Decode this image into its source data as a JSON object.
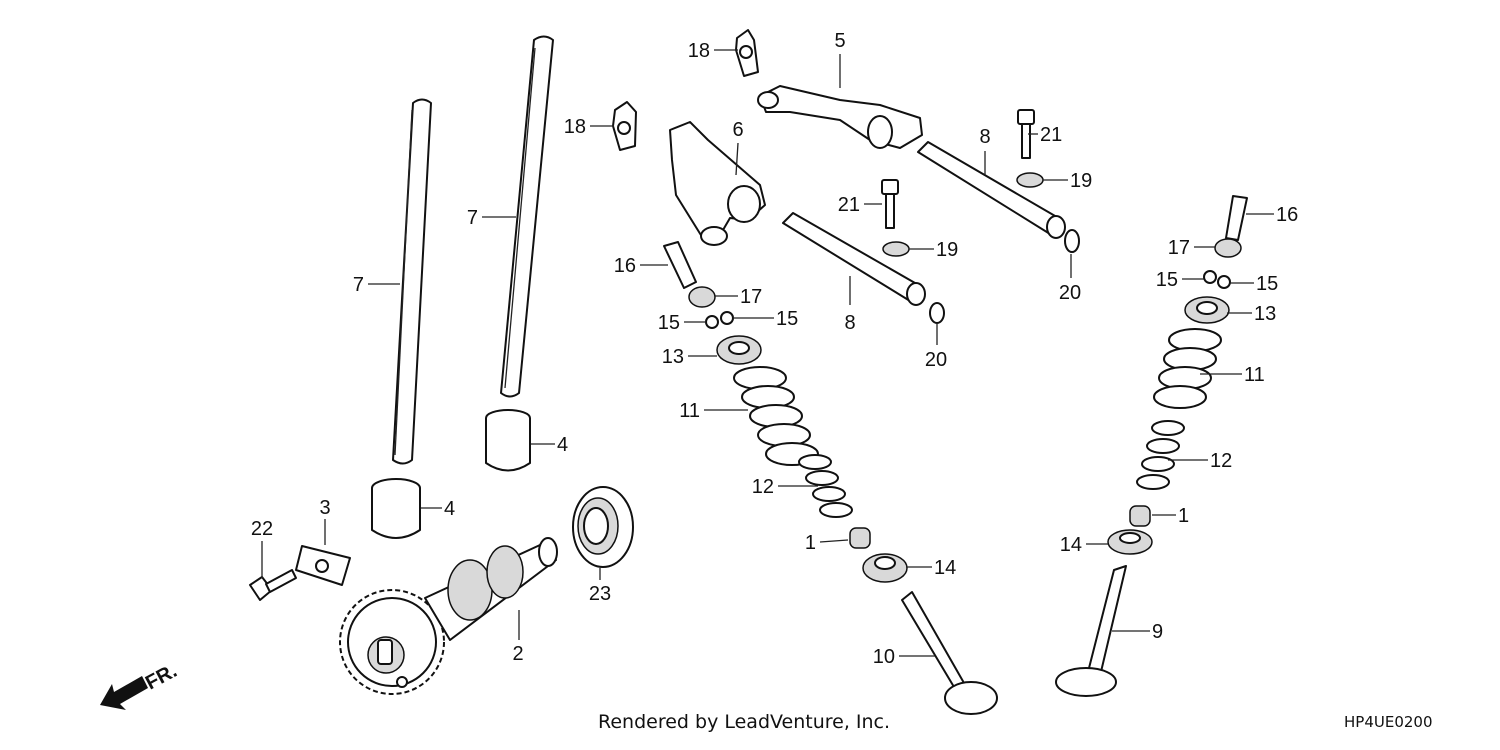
{
  "diagram": {
    "callouts": [
      {
        "label": "1"
      },
      {
        "label": "1"
      },
      {
        "label": "2"
      },
      {
        "label": "3"
      },
      {
        "label": "4"
      },
      {
        "label": "4"
      },
      {
        "label": "5"
      },
      {
        "label": "6"
      },
      {
        "label": "7"
      },
      {
        "label": "7"
      },
      {
        "label": "8"
      },
      {
        "label": "8"
      },
      {
        "label": "9"
      },
      {
        "label": "10"
      },
      {
        "label": "11"
      },
      {
        "label": "11"
      },
      {
        "label": "12"
      },
      {
        "label": "12"
      },
      {
        "label": "13"
      },
      {
        "label": "13"
      },
      {
        "label": "14"
      },
      {
        "label": "14"
      },
      {
        "label": "15"
      },
      {
        "label": "15"
      },
      {
        "label": "15"
      },
      {
        "label": "15"
      },
      {
        "label": "16"
      },
      {
        "label": "16"
      },
      {
        "label": "17"
      },
      {
        "label": "17"
      },
      {
        "label": "18"
      },
      {
        "label": "18"
      },
      {
        "label": "19"
      },
      {
        "label": "19"
      },
      {
        "label": "20"
      },
      {
        "label": "20"
      },
      {
        "label": "21"
      },
      {
        "label": "21"
      },
      {
        "label": "22"
      },
      {
        "label": "23"
      }
    ],
    "direction_label": "FR."
  },
  "footer": {
    "credit": "Rendered by LeadVenture, Inc.",
    "code": "HP4UE0200"
  }
}
